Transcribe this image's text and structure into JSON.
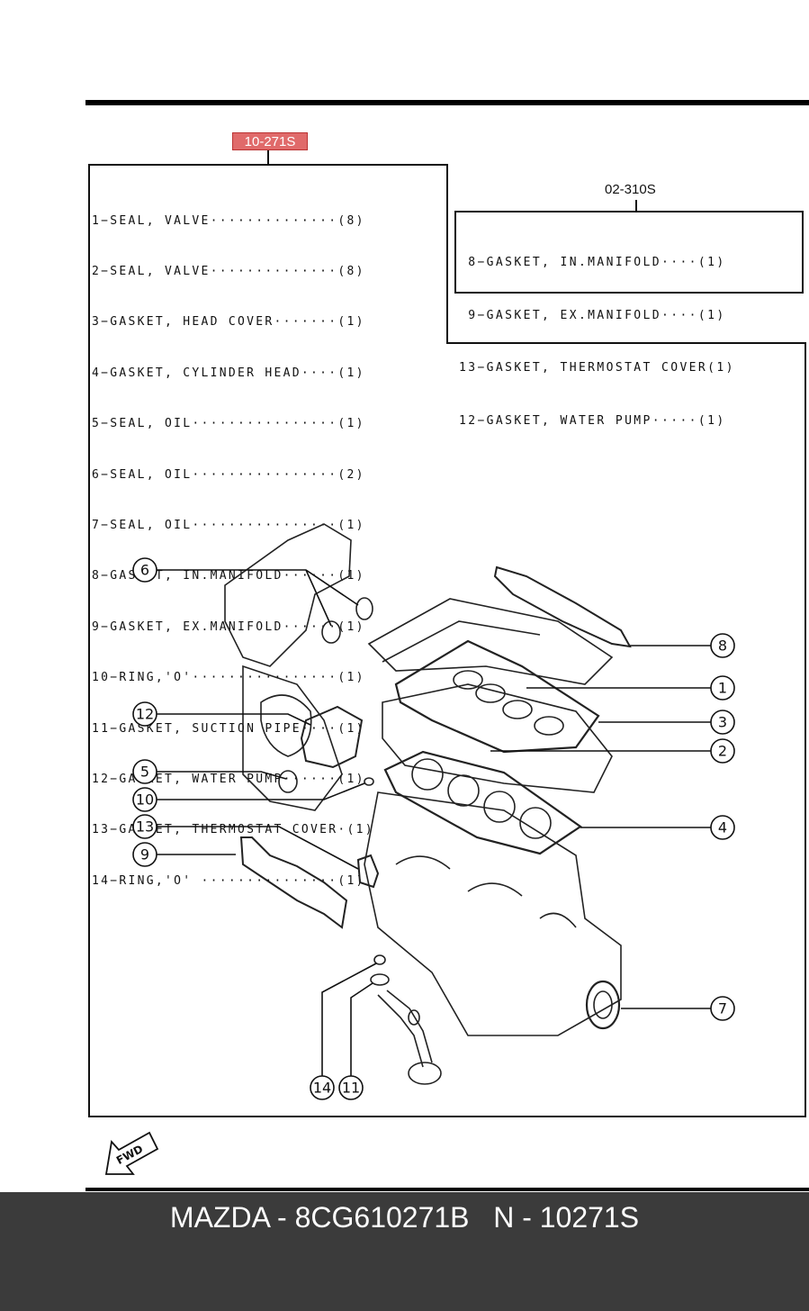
{
  "main_group": {
    "ref": "10-271S",
    "items": [
      "1−SEAL, VALVE··············(8)",
      "2−SEAL, VALVE··············(8)",
      "3−GASKET, HEAD COVER·······(1)",
      "4−GASKET, CYLINDER HEAD····(1)",
      "5−SEAL, OIL················(1)",
      "6−SEAL, OIL················(2)",
      "7−SEAL, OIL················(1)",
      "8−GASKET, IN.MANIFOLD······(1)",
      "9−GASKET, EX.MANIFOLD······(1)",
      "10−RING,'O'················(1)",
      "11−GASKET, SUCTION PIPE····(1)",
      "12−GASKET, WATER PUMP······(1)",
      "13−GASKET, THERMOSTAT COVER·(1)",
      "14−RING,'O' ···············(1)"
    ]
  },
  "sub_group": {
    "ref": "02-310S",
    "items": [
      " 8−GASKET, IN.MANIFOLD····(1)",
      " 9−GASKET, EX.MANIFOLD····(1)",
      "13−GASKET, THERMOSTAT COVER(1)",
      "12−GASKET, WATER PUMP·····(1)"
    ]
  },
  "callouts": [
    "1",
    "2",
    "3",
    "4",
    "5",
    "6",
    "7",
    "8",
    "9",
    "10",
    "11",
    "12",
    "13",
    "14"
  ],
  "fwd_label": "FWD",
  "footer": {
    "text": "MAZDA - 8CG610271B   N - 10271S"
  },
  "colors": {
    "highlight": "#e06a6a",
    "footer_bg": "#3b3b3b",
    "line": "#111111"
  }
}
